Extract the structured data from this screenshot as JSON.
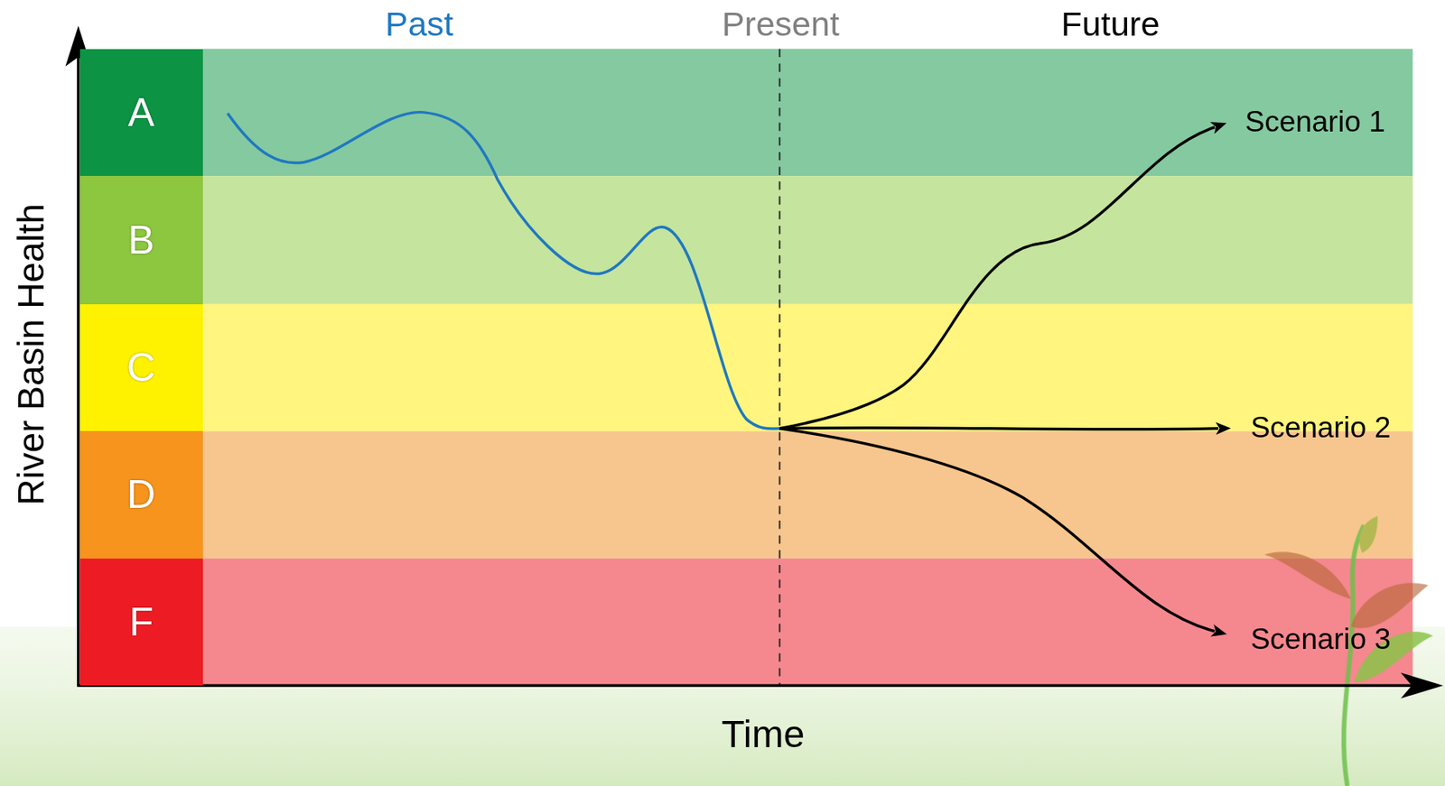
{
  "diagram": {
    "nodes": [
      {
        "text": [
          "A"
        ]
      },
      {
        "text": [
          "B"
        ]
      },
      {
        "text": [
          "C"
        ]
      },
      {
        "text": [
          "D"
        ]
      },
      {
        "text": [
          "F"
        ]
      }
    ],
    "labels": [
      "Past",
      "Present",
      "Future",
      "River Basin Health",
      "Time",
      "Scenario 1",
      "Scenario 2",
      "Scenario 3"
    ]
  }
}
